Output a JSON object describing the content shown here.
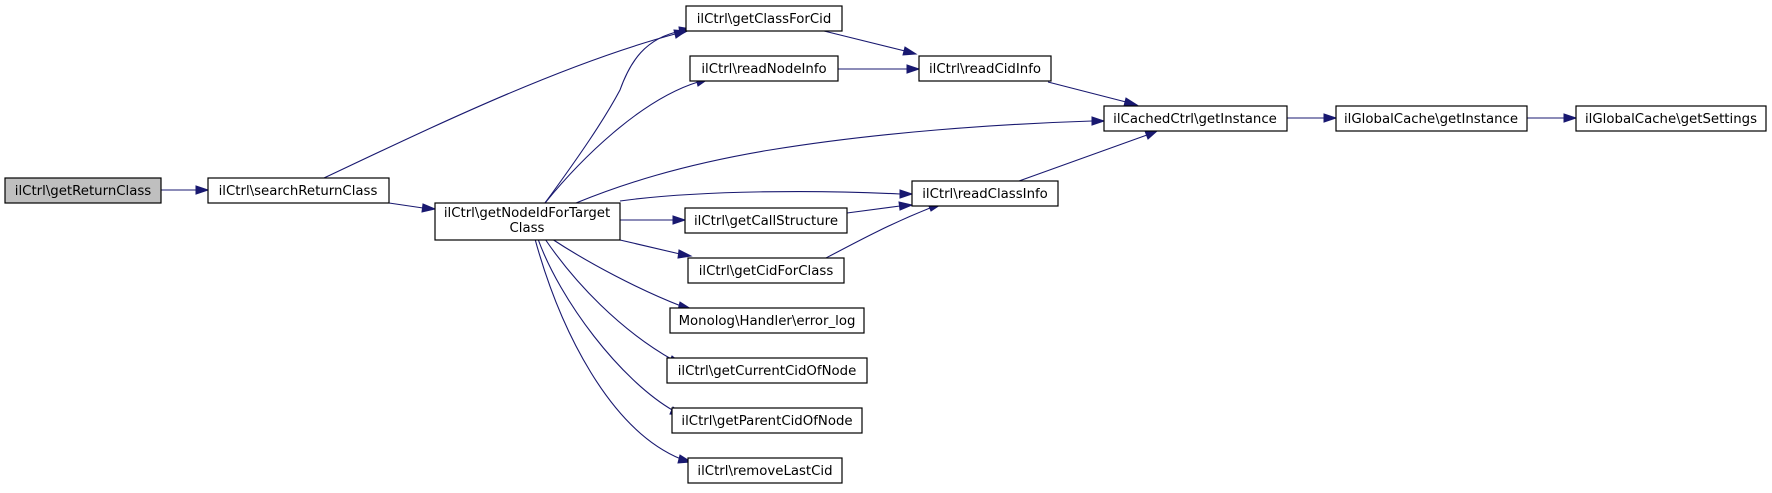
{
  "colors": {
    "edge": "#191970",
    "root_fill": "#bfbfbf",
    "node_fill": "#ffffff",
    "node_border": "#000000"
  },
  "nodes": {
    "getReturnClass": {
      "lines": [
        "ilCtrl\\getReturnClass"
      ]
    },
    "searchReturnClass": {
      "lines": [
        "ilCtrl\\searchReturnClass"
      ]
    },
    "getNodeIdForTargetClass": {
      "lines": [
        "ilCtrl\\getNodeIdForTarget",
        "Class"
      ]
    },
    "getClassForCid": {
      "lines": [
        "ilCtrl\\getClassForCid"
      ]
    },
    "readNodeInfo": {
      "lines": [
        "ilCtrl\\readNodeInfo"
      ]
    },
    "readCidInfo": {
      "lines": [
        "ilCtrl\\readCidInfo"
      ]
    },
    "cachedGetInstance": {
      "lines": [
        "ilCachedCtrl\\getInstance"
      ]
    },
    "globalGetInstance": {
      "lines": [
        "ilGlobalCache\\getInstance"
      ]
    },
    "getSettings": {
      "lines": [
        "ilGlobalCache\\getSettings"
      ]
    },
    "readClassInfo": {
      "lines": [
        "ilCtrl\\readClassInfo"
      ]
    },
    "getCallStructure": {
      "lines": [
        "ilCtrl\\getCallStructure"
      ]
    },
    "getCidForClass": {
      "lines": [
        "ilCtrl\\getCidForClass"
      ]
    },
    "errorLog": {
      "lines": [
        "Monolog\\Handler\\error_log"
      ]
    },
    "getCurrentCidOfNode": {
      "lines": [
        "ilCtrl\\getCurrentCidOfNode"
      ]
    },
    "getParentCidOfNode": {
      "lines": [
        "ilCtrl\\getParentCidOfNode"
      ]
    },
    "removeLastCid": {
      "lines": [
        "ilCtrl\\removeLastCid"
      ]
    }
  },
  "edges": [
    [
      "getReturnClass",
      "searchReturnClass"
    ],
    [
      "searchReturnClass",
      "getClassForCid"
    ],
    [
      "searchReturnClass",
      "getNodeIdForTargetClass"
    ],
    [
      "getNodeIdForTargetClass",
      "getClassForCid"
    ],
    [
      "getNodeIdForTargetClass",
      "readNodeInfo"
    ],
    [
      "getNodeIdForTargetClass",
      "cachedGetInstance"
    ],
    [
      "getNodeIdForTargetClass",
      "readClassInfo"
    ],
    [
      "getNodeIdForTargetClass",
      "getCallStructure"
    ],
    [
      "getNodeIdForTargetClass",
      "getCidForClass"
    ],
    [
      "getNodeIdForTargetClass",
      "errorLog"
    ],
    [
      "getNodeIdForTargetClass",
      "getCurrentCidOfNode"
    ],
    [
      "getNodeIdForTargetClass",
      "getParentCidOfNode"
    ],
    [
      "getNodeIdForTargetClass",
      "removeLastCid"
    ],
    [
      "getClassForCid",
      "readCidInfo"
    ],
    [
      "readNodeInfo",
      "readCidInfo"
    ],
    [
      "readCidInfo",
      "cachedGetInstance"
    ],
    [
      "cachedGetInstance",
      "globalGetInstance"
    ],
    [
      "globalGetInstance",
      "getSettings"
    ],
    [
      "readClassInfo",
      "cachedGetInstance"
    ],
    [
      "getCallStructure",
      "readClassInfo"
    ],
    [
      "getCidForClass",
      "readClassInfo"
    ]
  ]
}
